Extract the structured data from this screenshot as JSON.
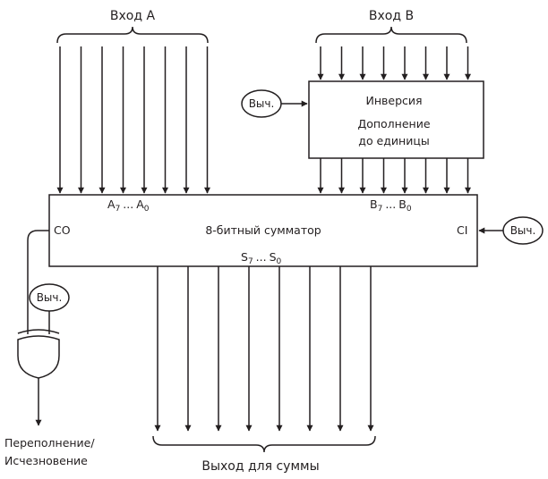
{
  "input_a": {
    "label": "Вход A",
    "bits_label": "A",
    "msb": "7",
    "lsb": "0"
  },
  "input_b": {
    "label": "Вход B",
    "bits_label": "B",
    "msb": "7",
    "lsb": "0"
  },
  "inverter": {
    "title": "Инверсия",
    "line1": "Дополнение",
    "line2": "до единицы"
  },
  "adder": {
    "title": "8-битный сумматор",
    "carry_out": "CO",
    "carry_in": "CI",
    "sum_label": "S",
    "sum_msb": "7",
    "sum_lsb": "0"
  },
  "signals": {
    "sub_inverter": "Выч.",
    "sub_carry_in": "Выч.",
    "sub_xor": "Выч."
  },
  "outputs": {
    "sum": "Выход для суммы",
    "overflow_line1": "Переполнение/",
    "overflow_line2": "Исчезновение"
  },
  "ellipsis": "..."
}
